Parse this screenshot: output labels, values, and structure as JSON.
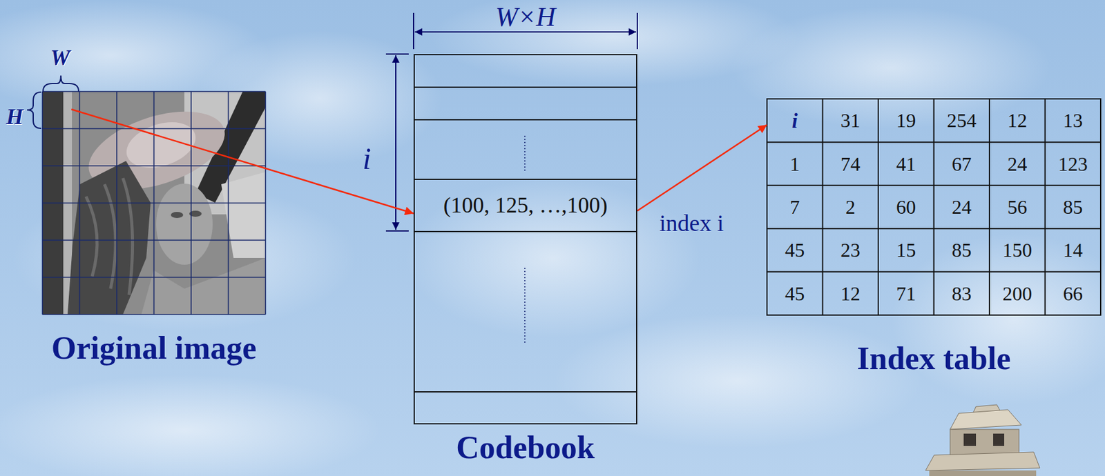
{
  "diagram": {
    "nodes": [
      {
        "text": [
          "Original image"
        ]
      },
      {
        "text": [
          "Codebook"
        ]
      },
      {
        "text": [
          "(100, 125, …,100)"
        ],
        "in": 1
      },
      {
        "text": [
          "Index table"
        ]
      },
      {
        "text": [
          "i"
        ],
        "in": 3
      }
    ],
    "edges": [
      {
        "from": 0,
        "to": 2,
        "arrow": "to"
      },
      {
        "from": 2,
        "to": 4,
        "arrow": "to",
        "label": "index i"
      }
    ],
    "labels": [
      "W",
      "H",
      "W×H",
      "i",
      "31",
      "19",
      "254",
      "12",
      "13",
      "1",
      "74",
      "41",
      "67",
      "24",
      "123",
      "7",
      "2",
      "60",
      "24",
      "56",
      "85",
      "45",
      "23",
      "15",
      "85",
      "150",
      "14",
      "45",
      "12",
      "71",
      "83",
      "200",
      "66"
    ]
  }
}
